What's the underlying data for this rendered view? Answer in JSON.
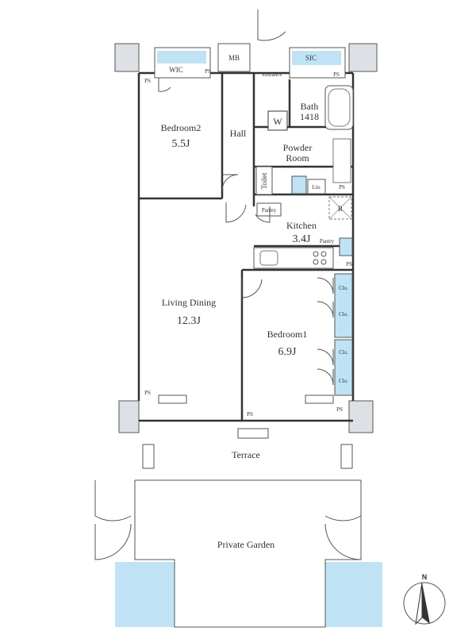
{
  "plan": {
    "rooms": {
      "bedroom2": {
        "name": "Bedroom2",
        "size": "5.5J"
      },
      "hall": {
        "name": "Hall"
      },
      "bath": {
        "name": "Bath",
        "size": "1418"
      },
      "powder_room": {
        "name": "Powder",
        "name2": "Room"
      },
      "toilet": {
        "name": "Toilet"
      },
      "kitchen": {
        "name": "Kitchen",
        "size": "3.4J"
      },
      "living_dining": {
        "name": "Living Dining",
        "size": "12.3J"
      },
      "bedroom1": {
        "name": "Bedroom1",
        "size": "6.9J"
      },
      "terrace": {
        "name": "Terrace"
      },
      "private_garden": {
        "name": "Private Garden"
      }
    },
    "fixtures": {
      "wic": "WIC",
      "mb": "MB",
      "sic": "SIC",
      "entrance": "Entrance",
      "washer": "W",
      "lin": "Lin.",
      "pantry_small": "Pantry",
      "pantry_kitchen": "Pantry",
      "refrigerator": "R",
      "closet": "Clo.",
      "ps": "PS"
    },
    "compass": {
      "label": "N"
    },
    "colors": {
      "water": "#bfe3f5",
      "wall": "#c8cdd4",
      "line": "#333333"
    }
  }
}
